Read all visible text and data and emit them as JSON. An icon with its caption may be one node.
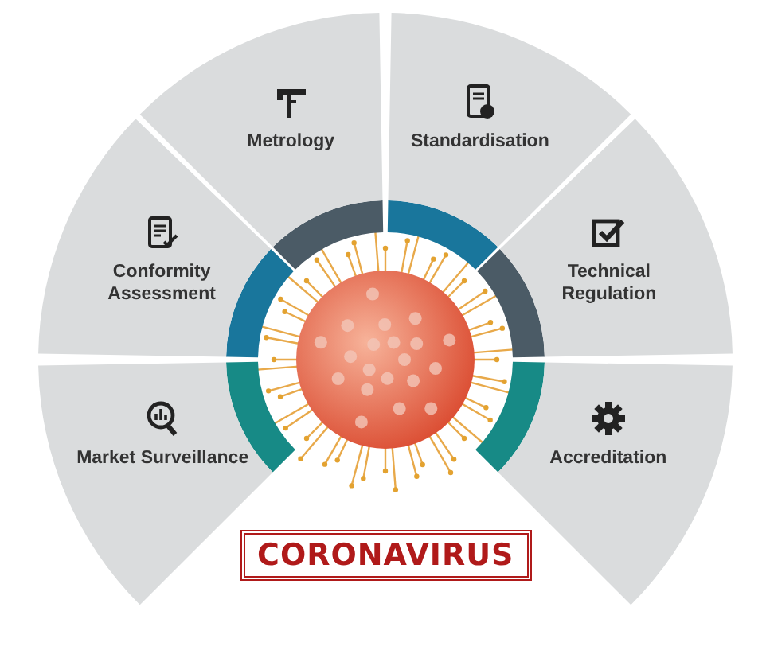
{
  "diagram": {
    "nodes": [
      {
        "text": [
          "Metrology"
        ]
      },
      {
        "text": [
          "Standardisation"
        ]
      },
      {
        "text": [
          "Conformity Assessment"
        ]
      },
      {
        "text": [
          "Technical Regulation"
        ]
      },
      {
        "text": [
          "Market Surveillance"
        ]
      },
      {
        "text": [
          "Accreditation"
        ]
      },
      {
        "text": [
          "CORONAVIRUS"
        ]
      }
    ]
  }
}
